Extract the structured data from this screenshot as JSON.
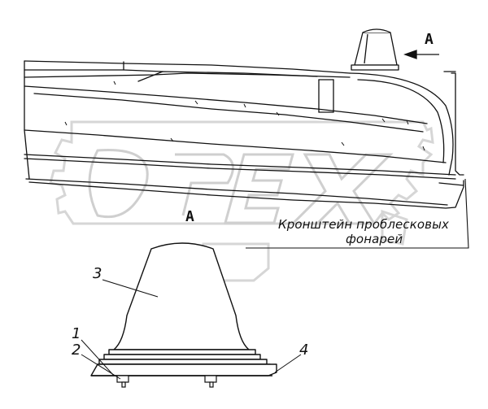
{
  "view": {
    "arrow_letter": "А",
    "detail_letter": "А"
  },
  "caption": {
    "line1": "Кронштейн проблесковых",
    "line2": "фонарей"
  },
  "callouts": [
    "1",
    "2",
    "3",
    "4"
  ],
  "watermark": "OPEX",
  "colors": {
    "ink": "#111111",
    "watermark": "#d0d0d0",
    "background": "#ffffff"
  }
}
